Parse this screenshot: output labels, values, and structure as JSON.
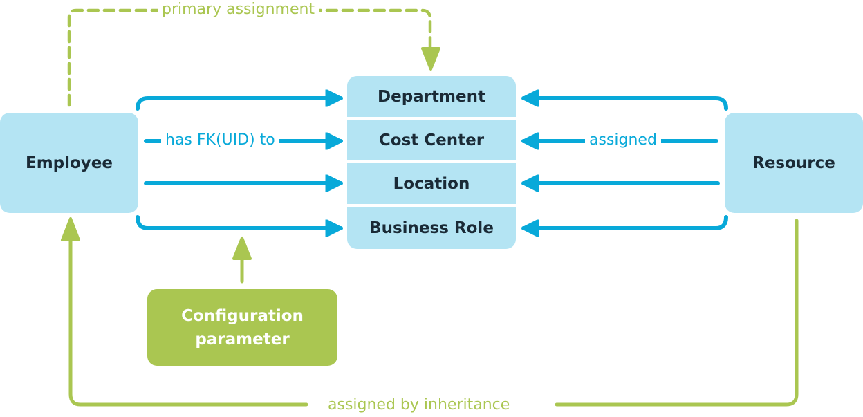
{
  "diagram": {
    "colors": {
      "blue_box": "#b4e4f3",
      "blue_line": "#08a9d9",
      "green": "#aac651",
      "dark_text": "#1a2a36"
    },
    "nodes": {
      "employee": "Employee",
      "resource": "Resource",
      "config": "Configuration parameter",
      "config_line1": "Configuration",
      "config_line2": "parameter",
      "stack": [
        "Department",
        "Cost Center",
        "Location",
        "Business Role"
      ]
    },
    "edges": {
      "primary_assignment": "primary assignment",
      "has_fk": "has FK(UID) to",
      "assigned": "assigned",
      "assigned_by_inheritance": "assigned by inheritance"
    }
  }
}
